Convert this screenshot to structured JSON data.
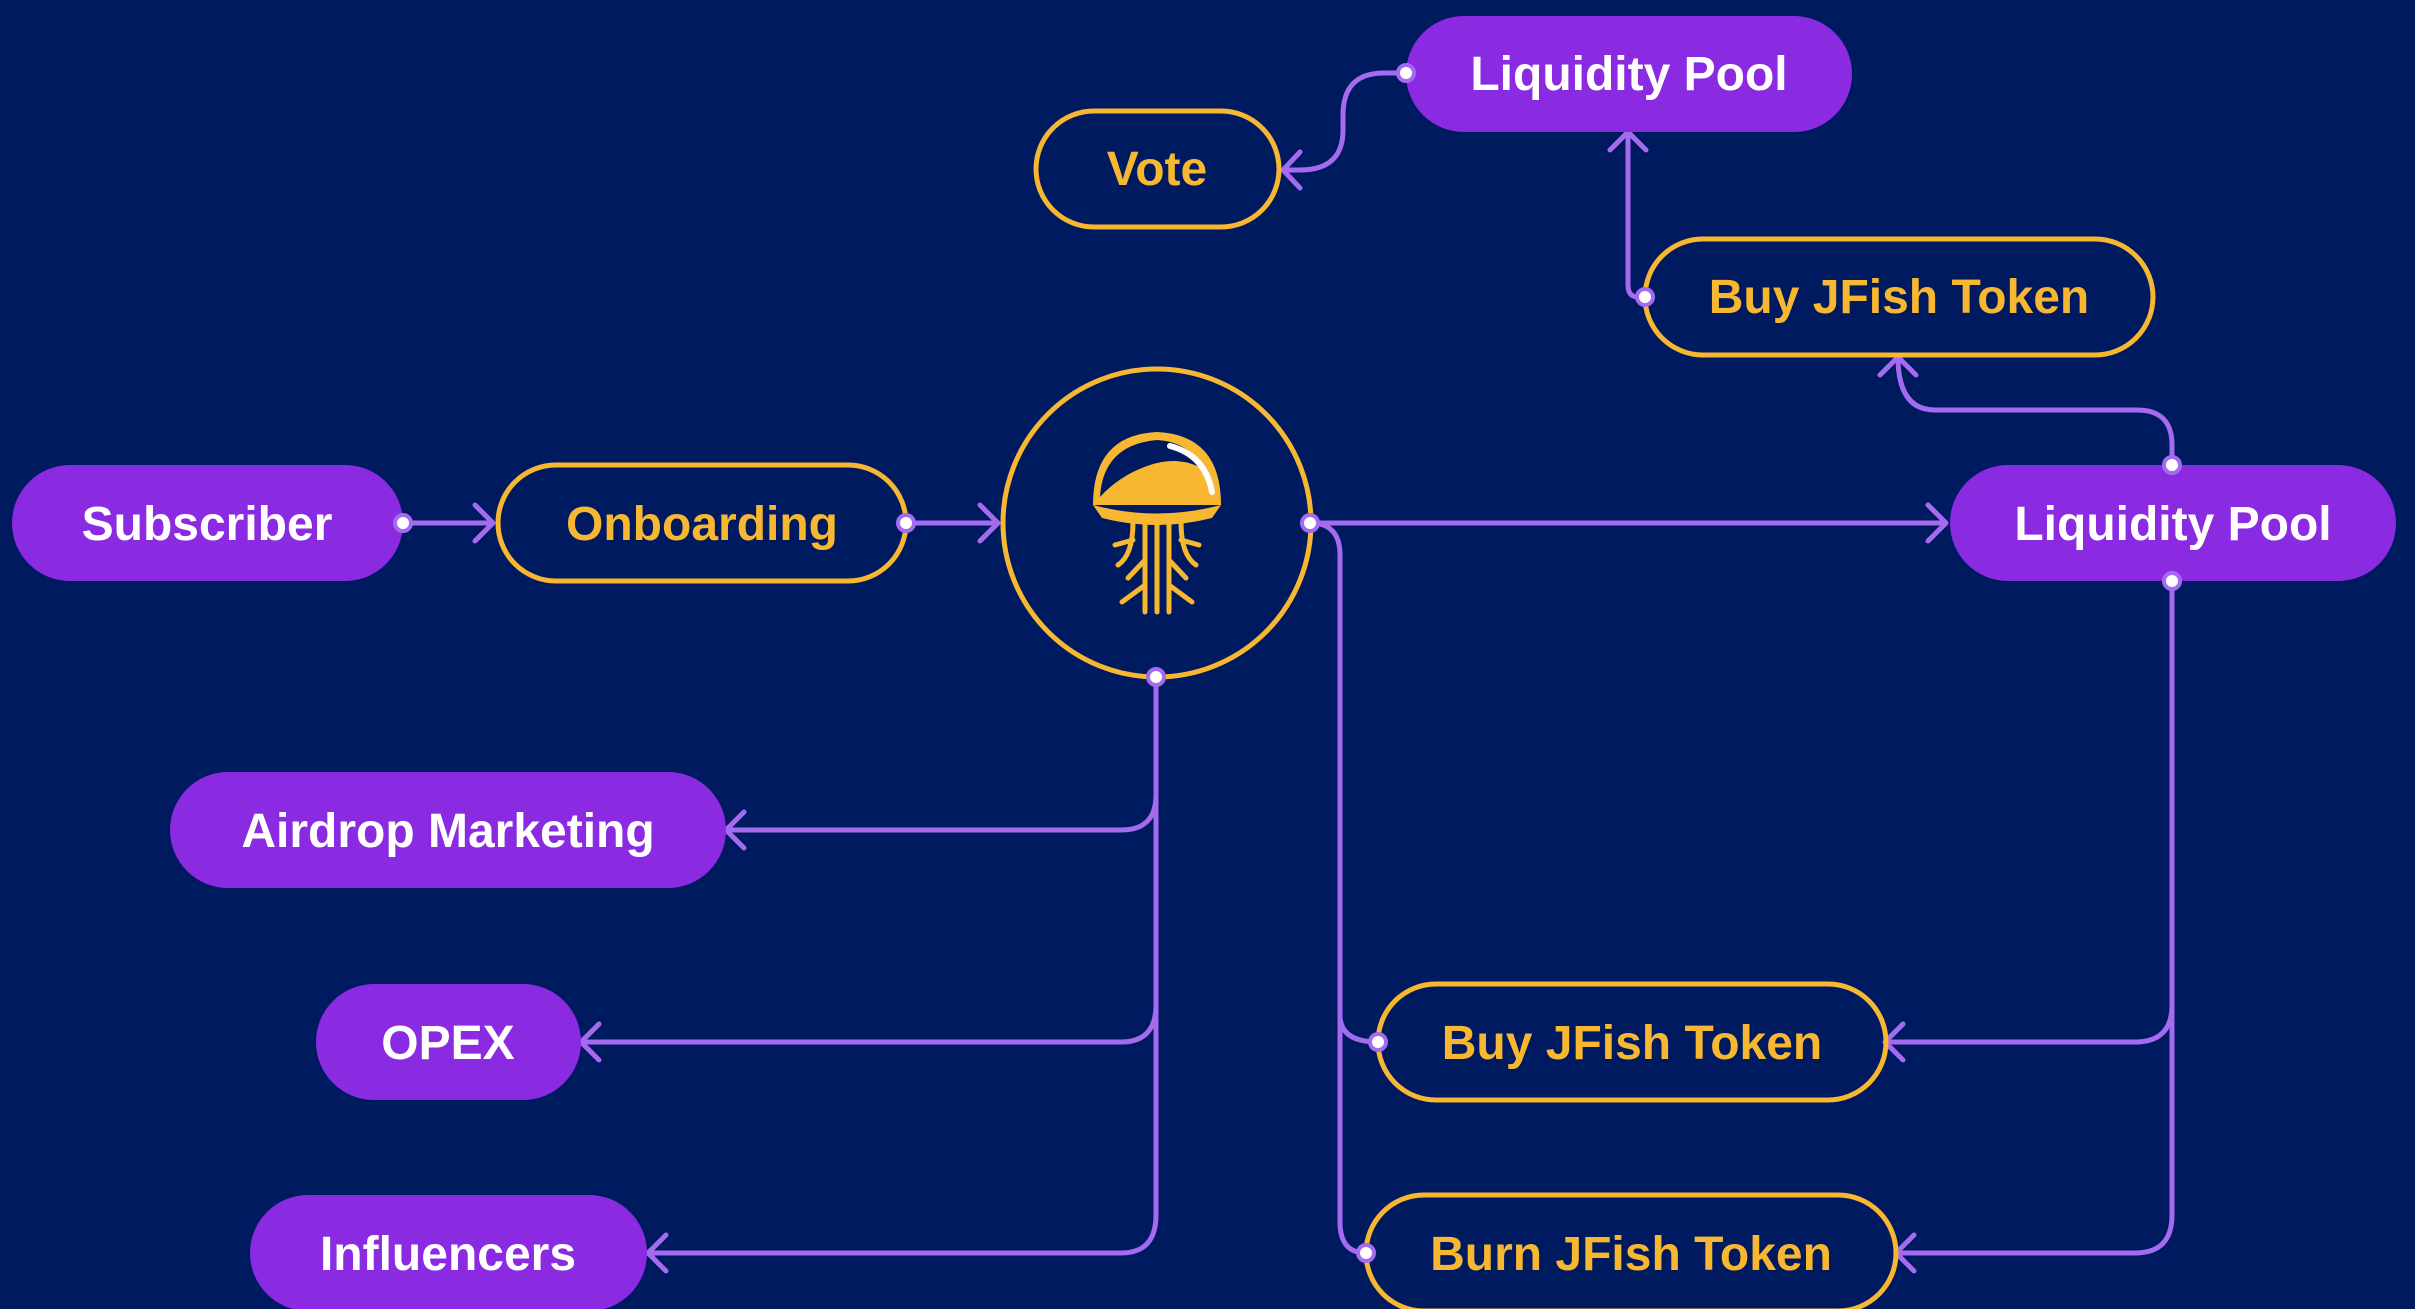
{
  "colors": {
    "background": "#001A60",
    "purple": "#8A2BE2",
    "connector": "#A46BF0",
    "gold": "#F7B731",
    "white": "#FFFFFF"
  },
  "center": {
    "icon": "jellyfish-logo-icon"
  },
  "nodes": {
    "subscriber": {
      "label": "Subscriber"
    },
    "onboarding": {
      "label": "Onboarding"
    },
    "liquidity_pool_top": {
      "label": "Liquidity Pool"
    },
    "vote": {
      "label": "Vote"
    },
    "buy_jfish_top": {
      "label": "Buy JFish Token"
    },
    "liquidity_pool_right": {
      "label": "Liquidity Pool"
    },
    "airdrop_marketing": {
      "label": "Airdrop Marketing"
    },
    "opex": {
      "label": "OPEX"
    },
    "influencers": {
      "label": "Influencers"
    },
    "buy_jfish_bottom": {
      "label": "Buy JFish Token"
    },
    "burn_jfish": {
      "label": "Burn JFish Token"
    }
  }
}
